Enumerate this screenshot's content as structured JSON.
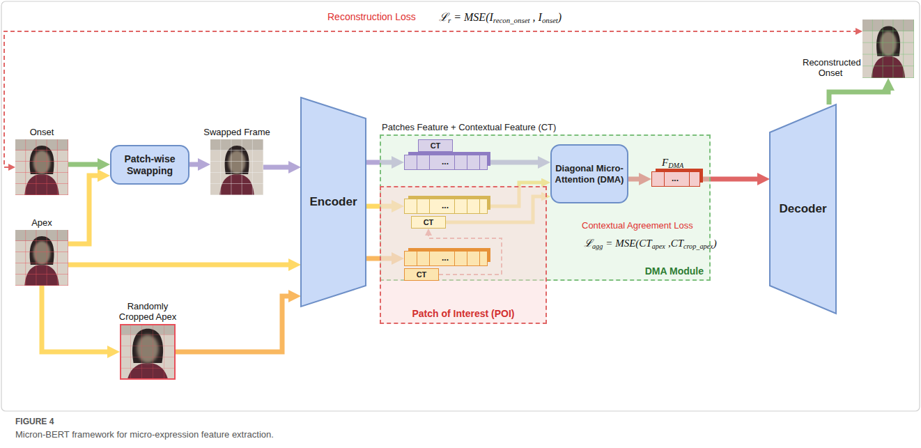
{
  "diagram": {
    "caption": "Micron-BERT framework for micro-expression feature extraction.",
    "nodes": [
      {
        "text": [
          "Onset"
        ]
      },
      {
        "text": [
          "Apex"
        ]
      },
      {
        "text": [
          "Randomly Cropped Apex"
        ]
      },
      {
        "text": [
          "Patch-wise Swapping"
        ]
      },
      {
        "text": [
          "Swapped Frame"
        ]
      },
      {
        "text": [
          "Encoder"
        ]
      },
      {
        "text": [
          "DMA Module"
        ]
      },
      {
        "text": [
          "Patch of Interest (POI)"
        ]
      },
      {
        "text": [
          "..."
        ],
        "in": 6
      },
      {
        "text": [
          "CT"
        ],
        "in": 6
      },
      {
        "text": [
          "..."
        ],
        "in": 7
      },
      {
        "text": [
          "CT"
        ],
        "in": 7
      },
      {
        "text": [
          "..."
        ],
        "in": 7
      },
      {
        "text": [
          "CT"
        ],
        "in": 7
      },
      {
        "text": [
          "Diagonal Micro-Attention (DMA)"
        ],
        "in": 6
      },
      {
        "text": [
          "..."
        ],
        "in": 6
      },
      {
        "text": [
          "Decoder"
        ]
      },
      {
        "text": [
          "Reconstructed Onset"
        ]
      }
    ],
    "edges": [
      {
        "from": 0,
        "to": 3,
        "arrow": "to"
      },
      {
        "from": 1,
        "to": 3,
        "arrow": "to"
      },
      {
        "from": 3,
        "to": 4,
        "arrow": "to"
      },
      {
        "from": 4,
        "to": 5,
        "arrow": "to"
      },
      {
        "from": 1,
        "to": 5,
        "arrow": "to"
      },
      {
        "from": 1,
        "to": 2,
        "arrow": "to"
      },
      {
        "from": 2,
        "to": 5,
        "arrow": "to"
      },
      {
        "from": 5,
        "to": 8,
        "arrow": "to"
      },
      {
        "from": 5,
        "to": 10,
        "arrow": "to"
      },
      {
        "from": 5,
        "to": 12,
        "arrow": "to"
      },
      {
        "from": 8,
        "to": 14,
        "arrow": "to"
      },
      {
        "from": 10,
        "to": 14,
        "arrow": "to"
      },
      {
        "from": 11,
        "to": 14,
        "arrow": "to"
      },
      {
        "from": 14,
        "to": 15,
        "arrow": "to"
      },
      {
        "from": 15,
        "to": 16,
        "arrow": "to"
      },
      {
        "from": 16,
        "to": 17,
        "arrow": "to"
      },
      {
        "from": 0,
        "to": 17,
        "arrow": "both"
      },
      {
        "from": 13,
        "to": 11,
        "arrow": "to"
      }
    ],
    "labels": [
      "Reconstruction Loss",
      "ℒ",
      "r",
      "= MSE(I",
      "recon_onset",
      ", I",
      "onset",
      ")",
      "Patches Feature + Contextual Feature (CT)",
      "Contextual Agreement Loss",
      "ℒ",
      "agg",
      "= MSE(CT",
      "apex",
      ",CT",
      "crop_apex",
      ")",
      "F",
      "DMA",
      "FIGURE 4"
    ]
  }
}
